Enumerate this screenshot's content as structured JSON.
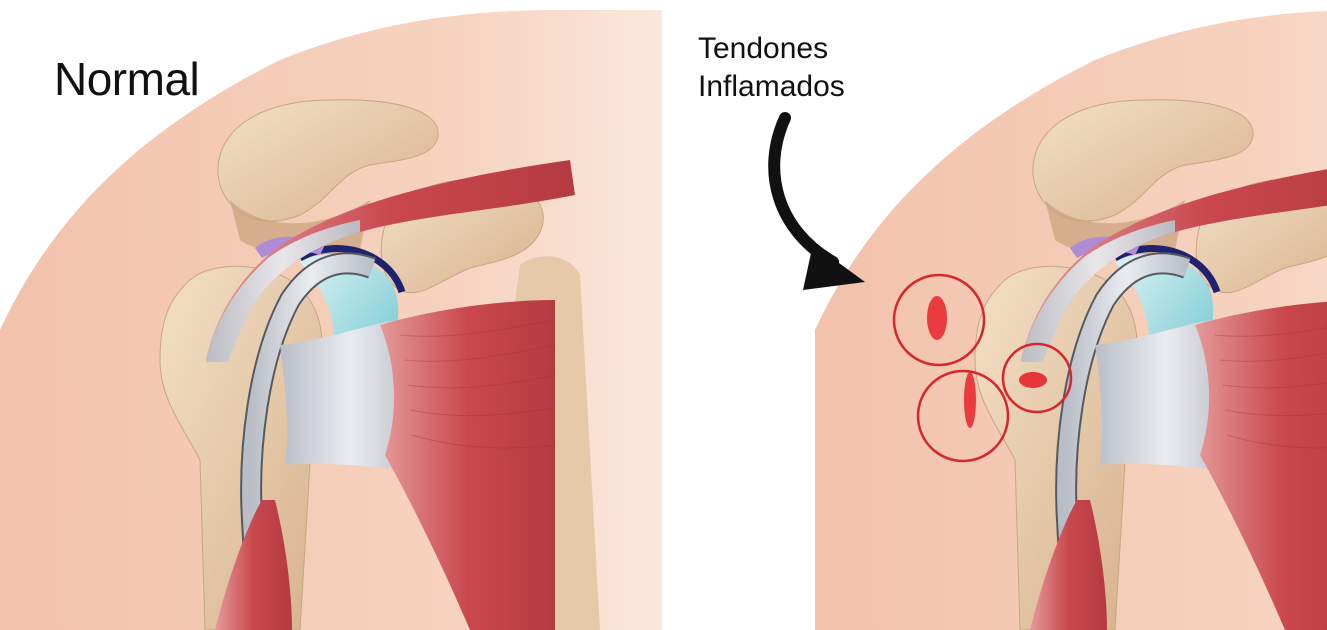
{
  "labels": {
    "normal": "Normal",
    "inflamed_line1": "Tendones",
    "inflamed_line2": "Inflamados"
  },
  "colors": {
    "skin": "#f5cdb8",
    "background": "#ffffff",
    "bone": "#ecd2b2",
    "bone_shadow": "#c9a583",
    "muscle": "#c9484f",
    "muscle_light": "#e0878a",
    "tendon": "#d3d7dc",
    "cartilage": "#8fd7dd",
    "labrum_dark": "#1e2270",
    "inflammation": "#e8232b",
    "circle": "#d8262c",
    "arrow": "#111111"
  },
  "panels": [
    {
      "id": "normal",
      "inflamed": false
    },
    {
      "id": "inflamed",
      "inflamed": true
    }
  ]
}
